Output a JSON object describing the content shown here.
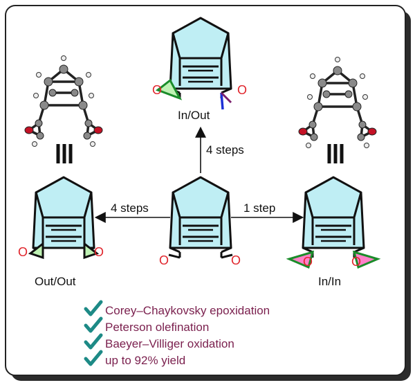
{
  "compounds": {
    "center_label": "",
    "in_out": "In/Out",
    "out_out": "Out/Out",
    "in_in": "In/In",
    "oxygen": "O"
  },
  "arrows": {
    "up": "4 steps",
    "left": "4 steps",
    "right": "1 step"
  },
  "equivalence_sign": "|||",
  "features": [
    "Corey–Chaykovsky epoxidation",
    "Peterson olefination",
    "Baeyer–Villiger oxidation",
    "up to 92% yield"
  ],
  "colors": {
    "cage_fill": "#bfeef4",
    "epoxide_green": "#bff2b4",
    "epoxide_pink": "#ff7fc8",
    "bond_green": "#1a8c2a",
    "bond_blue": "#1d2fd6",
    "bond_purple": "#7a1f6d",
    "oxygen_red": "#e0242b",
    "check_teal": "#1d8a86",
    "feature_text": "#7a1f4d"
  },
  "icons": [
    "check-icon",
    "right-arrow-icon",
    "left-arrow-icon",
    "up-arrow-icon"
  ]
}
